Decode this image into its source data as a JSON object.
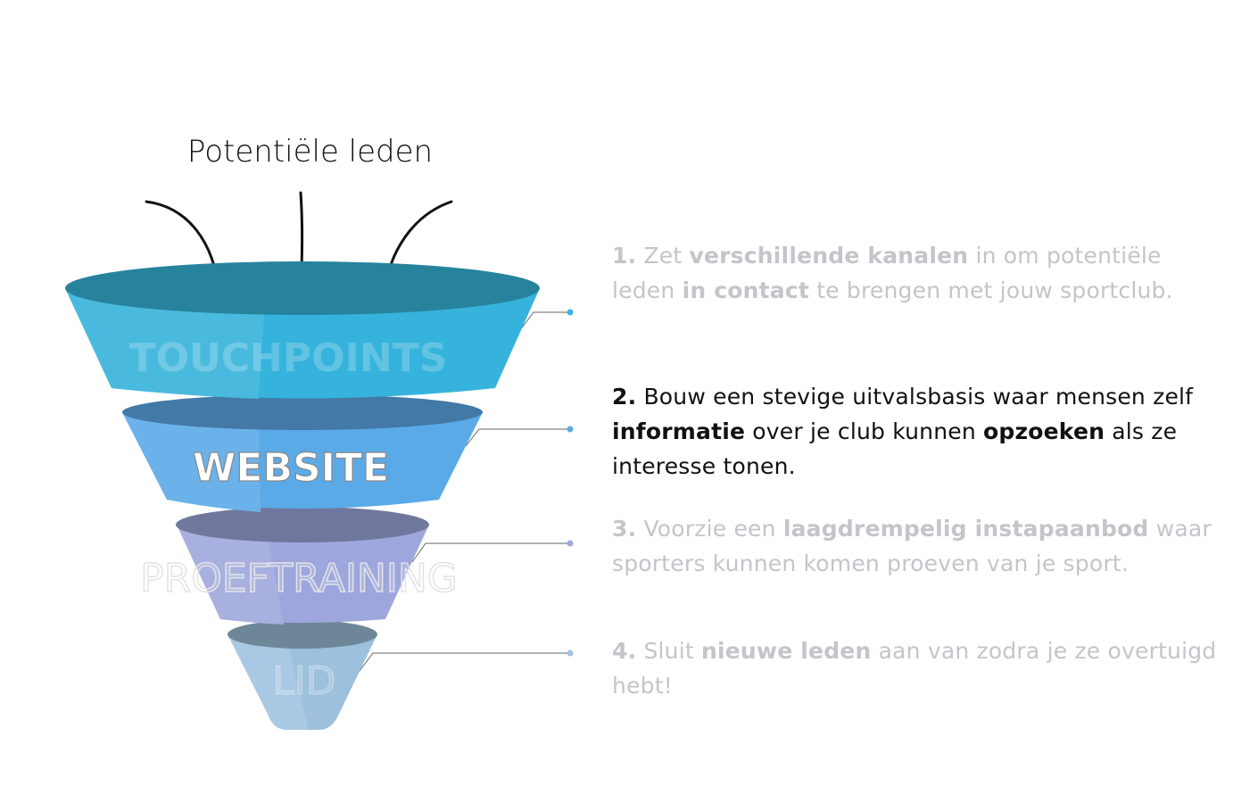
{
  "title": "Potentiële leden",
  "funnel": {
    "labels": [
      "TOUCHPOINTS",
      "WEBSITE",
      "PROEFTRAINING",
      "LID"
    ],
    "colors": {
      "touchpoints": "#3ab4dc",
      "website": "#5aaae8",
      "proeftraining": "#9ea7dd",
      "lid": "#a2c3e0"
    }
  },
  "steps": [
    {
      "num": "1.",
      "r1": " Zet ",
      "b1": "verschillende kanalen",
      "r2": " in om potentiële leden ",
      "b2": "in contact",
      "r3": " te brengen met jouw sportclub."
    },
    {
      "num": "2.",
      "r1": " Bouw een stevige uitvalsbasis waar mensen zelf ",
      "b1": "informatie",
      "r2": " over je club kunnen ",
      "b2": "opzoeken",
      "r3": " als ze interesse tonen."
    },
    {
      "num": "3.",
      "r1": " Voorzie een ",
      "b1": "laagdrempelig instapaanbod",
      "r2": " waar sporters kunnen komen proeven van je sport.",
      "b2": "",
      "r3": ""
    },
    {
      "num": "4.",
      "r1": " Sluit ",
      "b1": "nieuwe leden",
      "r2": " aan van zodra je ze overtuigd hebt!",
      "b2": "",
      "r3": ""
    }
  ],
  "active_step": 2
}
